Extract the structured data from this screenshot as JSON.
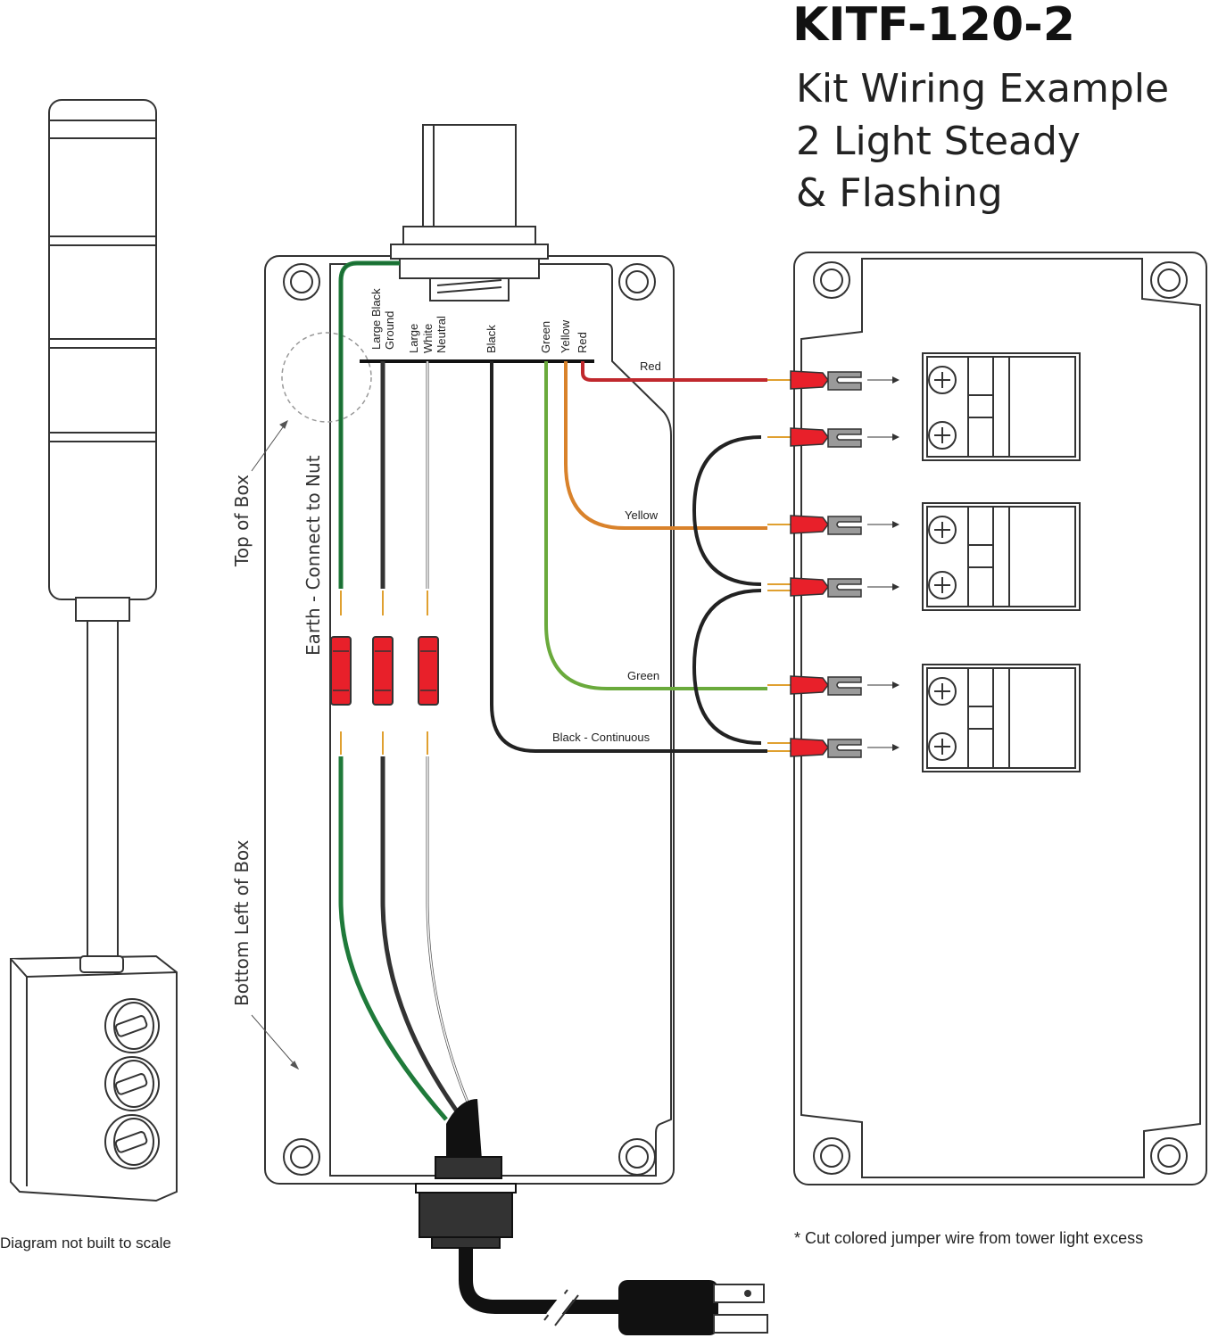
{
  "header": {
    "model": "KITF-120-2",
    "subtitle_line1": "Kit Wiring Example",
    "subtitle_line2": "2 Light Steady",
    "subtitle_line3": "& Flashing"
  },
  "labels": {
    "top_of_box": "Top of Box",
    "earth_connect": "Earth - Connect to Nut",
    "bottom_left_of_box": "Bottom Left of Box",
    "wire_large_black": "Large Black",
    "wire_ground": "Ground",
    "wire_large": "Large",
    "wire_white": "White",
    "wire_neutral": "Neutral",
    "wire_black": "Black",
    "wire_green": "Green",
    "wire_yellow": "Yellow",
    "wire_red": "Red",
    "run_red": "Red",
    "run_yellow": "Yellow",
    "run_green": "Green",
    "run_black_continuous": "Black - Continuous"
  },
  "footnotes": {
    "scale_note": "Diagram not built to scale",
    "jumper_note": "* Cut colored jumper wire from tower light excess"
  },
  "colors": {
    "outline": "#222222",
    "wire_green": "#1f7a3a",
    "wire_black": "#222222",
    "wire_red": "#c0282d",
    "wire_yellow": "#d9822b",
    "wire_light_green": "#6aaa3c",
    "connector_red": "#e8202a",
    "fork_gray": "#9a9a9a",
    "dashed": "#999999"
  },
  "icons": [
    "tower-light-icon",
    "switch-box-icon",
    "power-plug-icon",
    "terminal-block-icon",
    "wire-nut-icon",
    "fork-terminal-icon"
  ]
}
